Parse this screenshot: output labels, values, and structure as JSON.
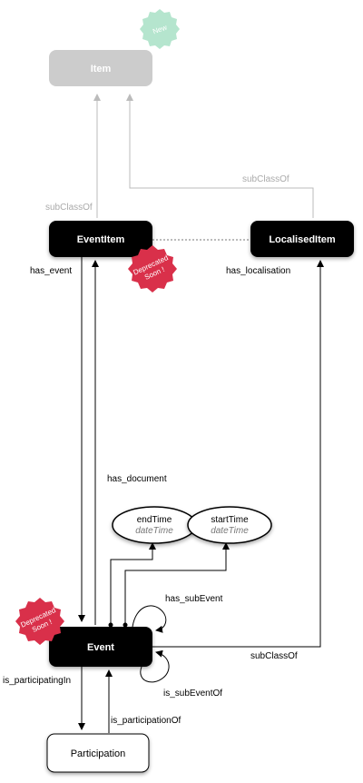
{
  "nodes": {
    "item": "Item",
    "event_item": "EventItem",
    "localised_item": "LocalisedItem",
    "event": "Event",
    "participation": "Participation"
  },
  "attributes": {
    "end_time": {
      "name": "endTime",
      "type": "dateTime"
    },
    "start_time": {
      "name": "startTime",
      "type": "dateTime"
    }
  },
  "edges": {
    "subclassof_eventitem": "subClassOf",
    "subclassof_localised": "subClassOf",
    "has_event": "has_event",
    "has_localisation": "has_localisation",
    "has_document": "has_document",
    "has_subevent": "has_subEvent",
    "is_subeventof": "is_subEventOf",
    "subclassof_event": "subClassOf",
    "is_participatingin": "is_participatingIn",
    "is_participationof": "is_participationOf"
  },
  "badges": {
    "new_line1": "New",
    "deprecated1_line1": "Deprecated",
    "deprecated1_line2": "Soon !",
    "deprecated2_line1": "Deprecated",
    "deprecated2_line2": "Soon !"
  },
  "colors": {
    "node_fill": "#000000",
    "faded_node": "#cccccc",
    "badge_red": "#d9304a",
    "badge_green": "#a8e0c6"
  }
}
